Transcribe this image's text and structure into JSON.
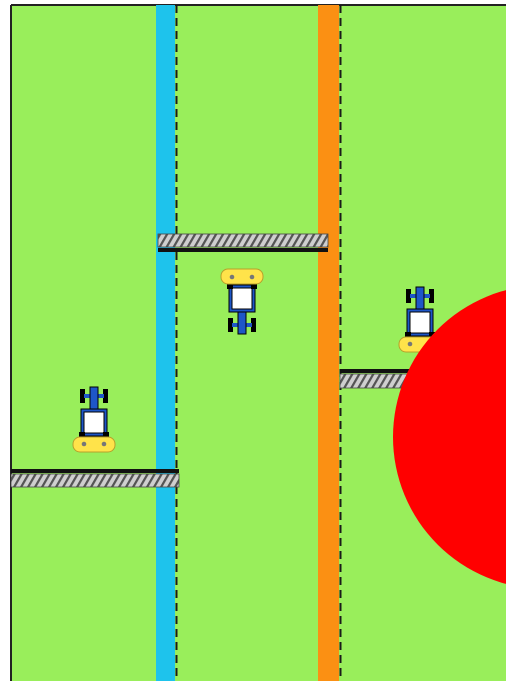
{
  "scene": {
    "colors": {
      "field": "#99ee5b",
      "border": "#222222",
      "lane_blue": "#1ec3ec",
      "lane_orange": "#fb9013",
      "obstacle": "#ff0000",
      "tractor_body": "#1e56c8",
      "tractor_cab": "#ffffff",
      "tractor_outline": "#000000",
      "tank": "#ffe34a",
      "boom_fill": "#cfcfcf",
      "boom_hatch": "#555555",
      "boom_bar": "#111111",
      "dash": "#1a1a1a"
    },
    "elements": {
      "field": "field-area",
      "lanes": [
        "guidance-lane-blue",
        "guidance-lane-orange"
      ],
      "obstacle": "obstacle-circle",
      "vehicles": [
        "tractor-with-sprayer-1",
        "tractor-with-sprayer-2",
        "tractor-with-sprayer-3"
      ]
    }
  }
}
